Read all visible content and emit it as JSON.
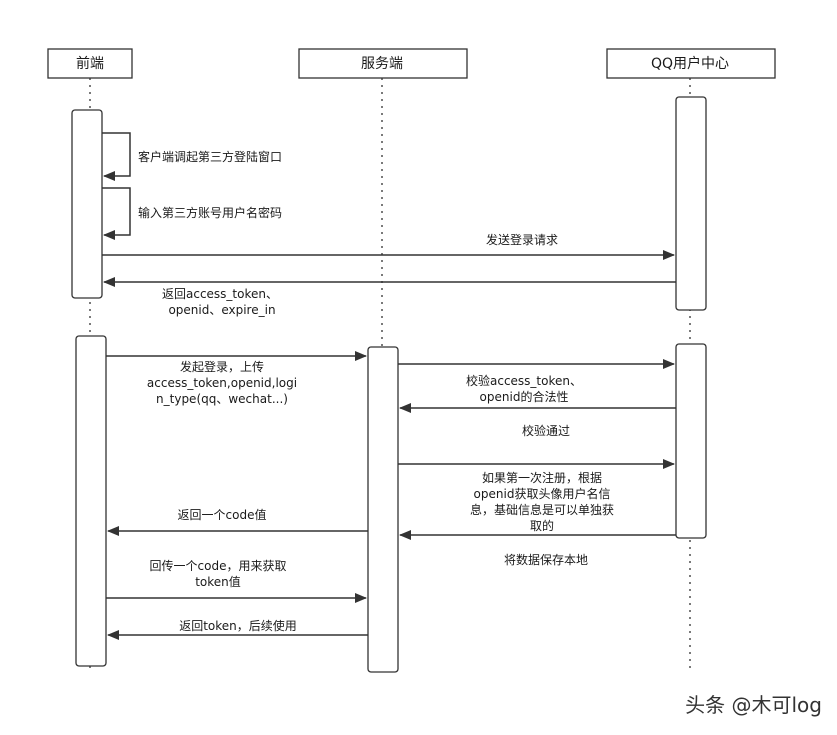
{
  "participants": [
    {
      "name": "前端"
    },
    {
      "name": "服务端"
    },
    {
      "name": "QQ用户中心"
    }
  ],
  "messages": [
    {
      "from": 0,
      "to": 0,
      "lines": [
        "客户端调起第三方登陆窗口"
      ]
    },
    {
      "from": 0,
      "to": 0,
      "lines": [
        "输入第三方账号用户名密码"
      ]
    },
    {
      "from": 0,
      "to": 2,
      "lines": [
        "发送登录请求"
      ]
    },
    {
      "from": 2,
      "to": 0,
      "lines": [
        "返回access_token、",
        "openid、expire_in"
      ]
    },
    {
      "from": 0,
      "to": 1,
      "lines": [
        "发起登录，上传",
        "access_token,openid,logi",
        "n_type(qq、wechat...)"
      ]
    },
    {
      "from": 1,
      "to": 2,
      "lines": []
    },
    {
      "from": 2,
      "to": 1,
      "lines": [
        "校验access_token、",
        "openid的合法性"
      ]
    },
    {
      "from": 1,
      "to": 2,
      "lines": [
        "校验通过"
      ]
    },
    {
      "from": 2,
      "to": 1,
      "lines": [
        "如果第一次注册，根据",
        "openid获取头像用户名信",
        "息，基础信息是可以单独获",
        "取的"
      ]
    },
    {
      "from": 1,
      "to": 0,
      "lines": [
        "返回一个code值"
      ]
    },
    {
      "from": 0,
      "to": 1,
      "lines": [
        "回传一个code，用来获取",
        "token值"
      ]
    },
    {
      "from": 1,
      "to": 0,
      "lines": [
        "返回token，后续使用"
      ]
    }
  ],
  "notes": [
    {
      "lines": [
        "将数据保存本地"
      ]
    }
  ],
  "watermark": "头条 @木可log",
  "colors": {
    "line": "#333333",
    "text": "#1a1a1a",
    "box_fill": "#ffffff",
    "background": "#ffffff"
  }
}
